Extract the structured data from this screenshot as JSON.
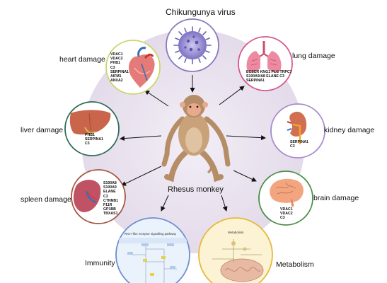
{
  "virus": {
    "label": "Chikungunya virus"
  },
  "host": {
    "label": "Rhesus monkey"
  },
  "organs": {
    "heart": {
      "label": "heart damage",
      "genes": [
        "VDAC1",
        "VDAC2",
        "PHB1",
        "C3",
        "SERPINA1",
        "AIFM1",
        "ANXA2"
      ]
    },
    "lung": {
      "label": "lung damage",
      "genes": [
        "ECSCR KNG1 PLG TRPC7",
        "S100A9/A8 ELANE C3",
        "SERPINA1"
      ]
    },
    "liver": {
      "label": "liver damage",
      "genes": [
        "PHB1",
        "SERPINA1",
        "C3"
      ]
    },
    "kidney": {
      "label": "kidney damage",
      "genes": [
        "SERPINA1",
        "C3"
      ]
    },
    "spleen": {
      "label": "spleen damage",
      "genes": [
        "S100A8",
        "S100A9",
        "ELANE",
        "C3",
        "CTNNB1",
        "F11R",
        "GP1BB",
        "TBXAS1"
      ]
    },
    "brain": {
      "label": "brain damage",
      "genes": [
        "VDAC1",
        "VDAC2",
        "C3"
      ]
    }
  },
  "immunity": {
    "label": "Immunity",
    "panel_title": "RIG-I-like receptor signalling pathway"
  },
  "metabolism": {
    "label": "Metabolism",
    "panel_title": "Metabolism"
  },
  "colors": {
    "halo": "#e4dbea",
    "heart_ring": "#c9d66c",
    "lung_ring": "#d9548a",
    "liver_ring": "#2f6b57",
    "kidney_ring": "#a88acb",
    "spleen_ring": "#a35540",
    "brain_ring": "#4b8f46",
    "virus_ring": "#8b79bf",
    "immunity_ring": "#6f8fd0",
    "metabolism_ring": "#e6b83a"
  }
}
